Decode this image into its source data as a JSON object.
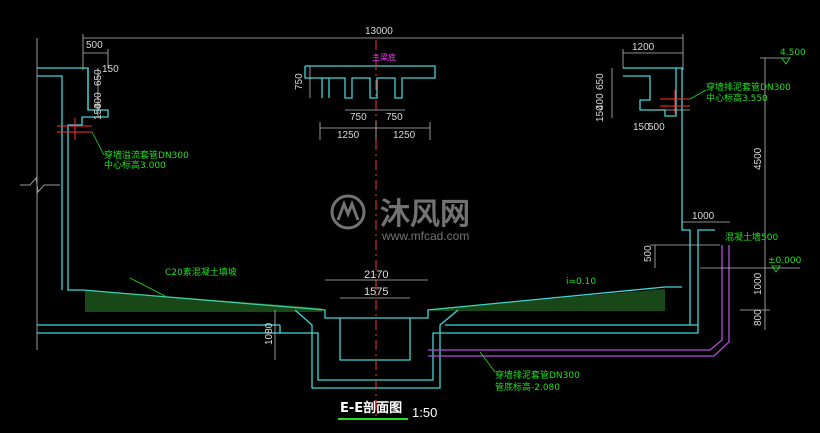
{
  "colors": {
    "background": "#000000",
    "structure": "#3fd6d6",
    "dimension": "#d8d8d8",
    "annotation": "#22dd22",
    "pipe": "#b44cd8",
    "centerline": "#ff3030",
    "magenta_label": "#ff33ff",
    "title_underline": "#22dd22"
  },
  "dimensions": {
    "overall_width": "13000",
    "left_top": "500",
    "left_150": "150",
    "left_650": "650",
    "left_400": "400",
    "left_150b": "150",
    "center_750_v": "750",
    "center_750_a": "750",
    "center_750_b": "750",
    "center_1250_a": "1250",
    "center_1250_b": "1250",
    "right_top": "1200",
    "right_650": "650",
    "right_400": "400",
    "right_150": "150",
    "right_500h": "500",
    "right_150b": "150",
    "height_4500": "4500",
    "right_1000h": "1000",
    "right_500v": "500",
    "right_1000v": "1000",
    "right_800": "800",
    "channel_2170": "2170",
    "channel_1575": "1575",
    "left_1080": "1080"
  },
  "annotations": {
    "beam_label": "主梁底",
    "left_pipe_a": "穿墙溢流套管DN300",
    "left_pipe_b": "中心标高3.000",
    "right_pipe_a": "穿墙排泥套管DN300",
    "right_pipe_b": "中心标高3.550",
    "elev_top": "4.500",
    "elev_zero": "±0.000",
    "right_mid": "混凝土墙500",
    "c20_fill": "C20素混凝土填坡",
    "slope": "i=0.10",
    "bottom_pipe_a": "穿墙排泥套管DN300",
    "bottom_pipe_b": "管底标高-2.080"
  },
  "watermark": {
    "cn": "沐风网",
    "url": "www.mfcad.com"
  },
  "title": {
    "name": "E-E剖面图",
    "scale": "1:50"
  }
}
